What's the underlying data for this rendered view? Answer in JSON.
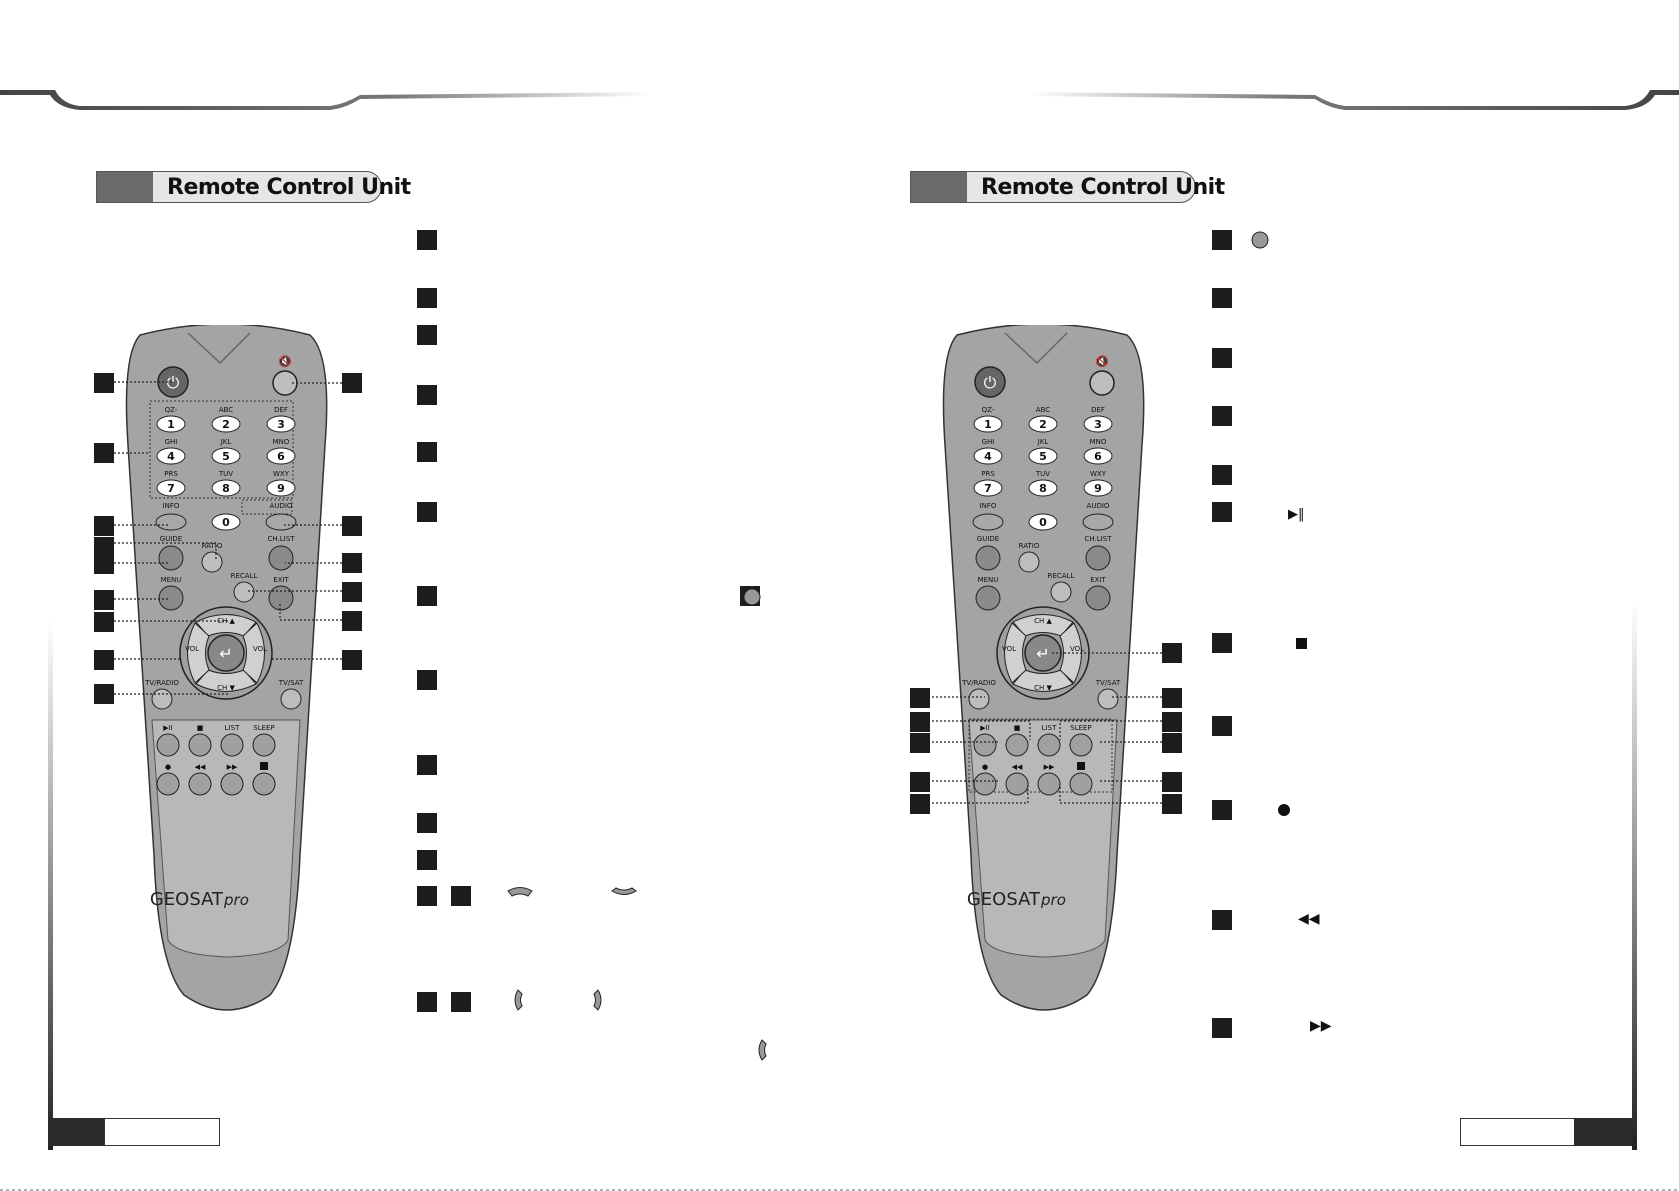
{
  "left_page": {
    "section_title": "Remote Control Unit",
    "remote_brand": "GEOSAT",
    "remote_brand_suffix": "pro"
  },
  "right_page": {
    "section_title": "Remote Control Unit",
    "remote_brand": "GEOSAT",
    "remote_brand_suffix": "pro"
  },
  "remote_labels": {
    "letters": [
      "QZ-",
      "ABC",
      "DEF",
      "GHI",
      "JKL",
      "MNO",
      "PRS",
      "TUV",
      "WXY"
    ],
    "digits": [
      "1",
      "2",
      "3",
      "4",
      "5",
      "6",
      "7",
      "8",
      "9",
      "0"
    ],
    "info": "INFO",
    "audio": "AUDIO",
    "guide": "GUIDE",
    "ratio": "RATIO",
    "chlist": "CH.LIST",
    "recall": "RECALL",
    "menu": "MENU",
    "exit": "EXIT",
    "ch_up": "CH ▲",
    "ch_down": "CH ▼",
    "vol_left": "VOL",
    "vol_right": "VOL",
    "tvradio": "TV/RADIO",
    "tvsat": "TV/SAT",
    "play": "▶II",
    "stop": "■",
    "list": "LIST",
    "sleep": "SLEEP",
    "rec": "●",
    "rew": "◀◀",
    "ff": "▶▶"
  },
  "icons": {
    "power": "power-icon",
    "mute": "mute-icon",
    "ok": "enter-icon"
  }
}
